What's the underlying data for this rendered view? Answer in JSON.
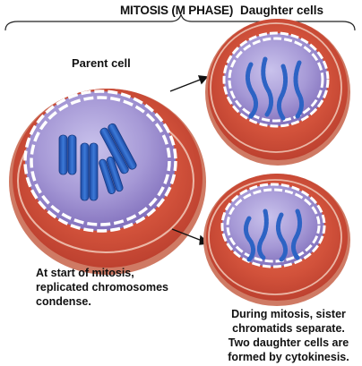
{
  "labels": {
    "title": "MITOSIS (M PHASE)",
    "daughter": "Daughter cells",
    "parent": "Parent cell"
  },
  "captions": {
    "left": [
      "At start of mitosis,",
      "replicated chromosomes",
      "condense."
    ],
    "right": [
      "During mitosis, sister",
      "chromatids separate.",
      "Two daughter cells are",
      "formed by cytokinesis."
    ]
  },
  "colors": {
    "cell_outer": "#d9553a",
    "cell_inner": "#c74a35",
    "nucleus": "#8f7fc4",
    "nucleoplasm": "#b9aee0",
    "envelope": "#ffffff",
    "chromosome": "#2d63c4",
    "cell_rim": "#ebb7a6"
  }
}
